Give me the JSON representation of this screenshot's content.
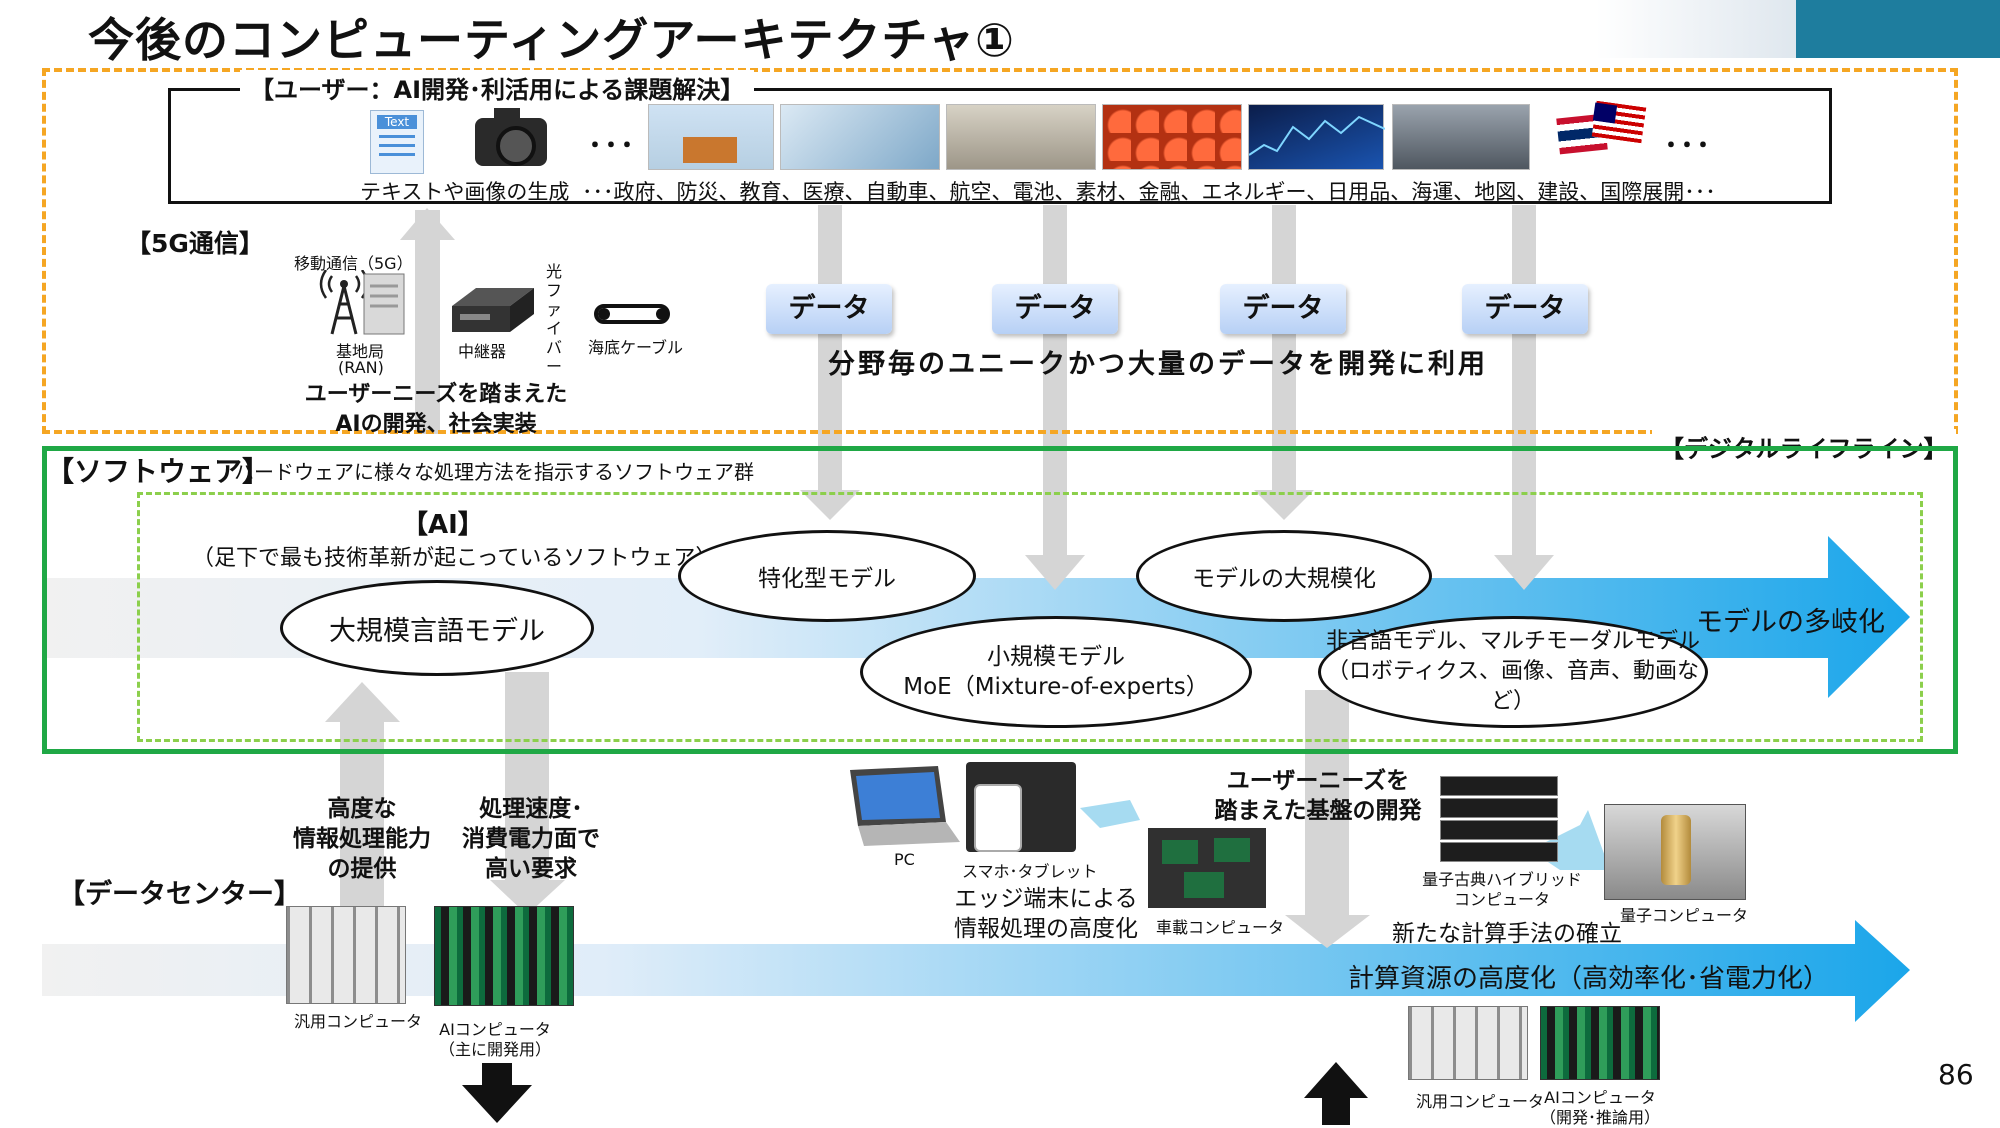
{
  "title": "今後のコンピューティングアーキテクチャ①",
  "page_number": "86",
  "user_section": {
    "label": "【ユーザー：AI開発･利活用による課題解決】",
    "thumb_text": "Text",
    "ellipsis": "･･･",
    "caption_left": "テキストや画像の生成",
    "caption_right": "･･･政府、防災、教育、医療、自動車、航空、電池、素材、金融、エネルギー、日用品、海運、地図、建設、国際展開･･･"
  },
  "network": {
    "label": "【5G通信】",
    "mobile": "移動通信（5G）",
    "base_station": "基地局",
    "ran": "(RAN)",
    "repeater": "中継器",
    "fiber": "光ファイバー",
    "cable": "海底ケーブル"
  },
  "data_pill": "データ",
  "data_caption": "分野毎のユニークかつ大量のデータを開発に利用",
  "needs_caption_1": "ユーザーニーズを踏まえた",
  "needs_caption_2": "AIの開発、社会実装",
  "lifeline_label": "【デジタルライフライン】",
  "software": {
    "label": "【ソフトウェア】",
    "description": "ハードウェアに様々な処理方法を指示するソフトウェア群",
    "ai_label": "【AI】",
    "ai_desc": "（足下で最も技術革新が起こっているソフトウェア）",
    "llm": "大規模言語モデル",
    "specialized": "特化型モデル",
    "small_1": "小規模モデル",
    "small_2": "MoE（Mixture-of-experts）",
    "scale": "モデルの大規模化",
    "nonlang_1": "非言語モデル、マルチモーダルモデル",
    "nonlang_2": "（ロボティクス、画像、音声、動画など）",
    "diversify": "モデルの多岐化"
  },
  "datacenter": {
    "label": "【データセンター】",
    "high_perf": [
      "高度な",
      "情報処理能力",
      "の提供"
    ],
    "high_req": [
      "処理速度･",
      "消費電力面で",
      "高い要求"
    ],
    "general": "汎用コンピュータ",
    "ai_comp": "AIコンピュータ",
    "ai_comp_sub": "（主に開発用）",
    "pc": "PC",
    "phone": "スマホ･タブレット",
    "edge_1": "エッジ端末による",
    "edge_2": "情報処理の高度化",
    "vehicle": "車載コンピュータ",
    "needs_1": "ユーザーニーズを",
    "needs_2": "踏まえた基盤の開発",
    "hybrid_1": "量子古典ハイブリッド",
    "hybrid_2": "コンピュータ",
    "quantum": "量子コンピュータ",
    "new_method": "新たな計算手法の確立",
    "compute_adv": "計算資源の高度化（高効率化･省電力化）",
    "general_2": "汎用コンピュータ",
    "ai_comp_2": "AIコンピュータ",
    "ai_comp_2_sub": "（開発･推論用）"
  },
  "colors": {
    "yellow_dash": "#f5a623",
    "green_border": "#1fa845",
    "green_dash": "#8ccf4c",
    "arrow_blue": "#1ba6ea",
    "pill_bg": "#c6dbf7",
    "deco_teal": "#1e7d9e"
  }
}
